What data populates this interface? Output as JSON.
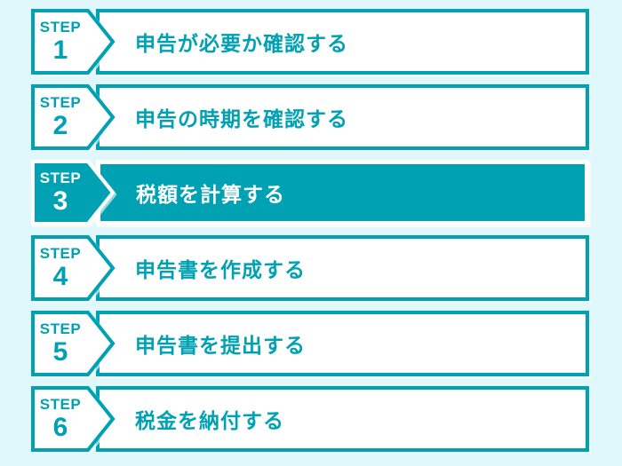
{
  "colors": {
    "teal": "#00a1b2",
    "background": "#e0f8fb",
    "bar_fill": "#ffffff",
    "active_text": "#ffffff"
  },
  "steps": [
    {
      "prefix": "STEP",
      "number": "1",
      "label": "申告が必要か確認する",
      "active": false
    },
    {
      "prefix": "STEP",
      "number": "2",
      "label": "申告の時期を確認する",
      "active": false
    },
    {
      "prefix": "STEP",
      "number": "3",
      "label": "税額を計算する",
      "active": true
    },
    {
      "prefix": "STEP",
      "number": "4",
      "label": "申告書を作成する",
      "active": false
    },
    {
      "prefix": "STEP",
      "number": "5",
      "label": "申告書を提出する",
      "active": false
    },
    {
      "prefix": "STEP",
      "number": "6",
      "label": "税金を納付する",
      "active": false
    }
  ]
}
